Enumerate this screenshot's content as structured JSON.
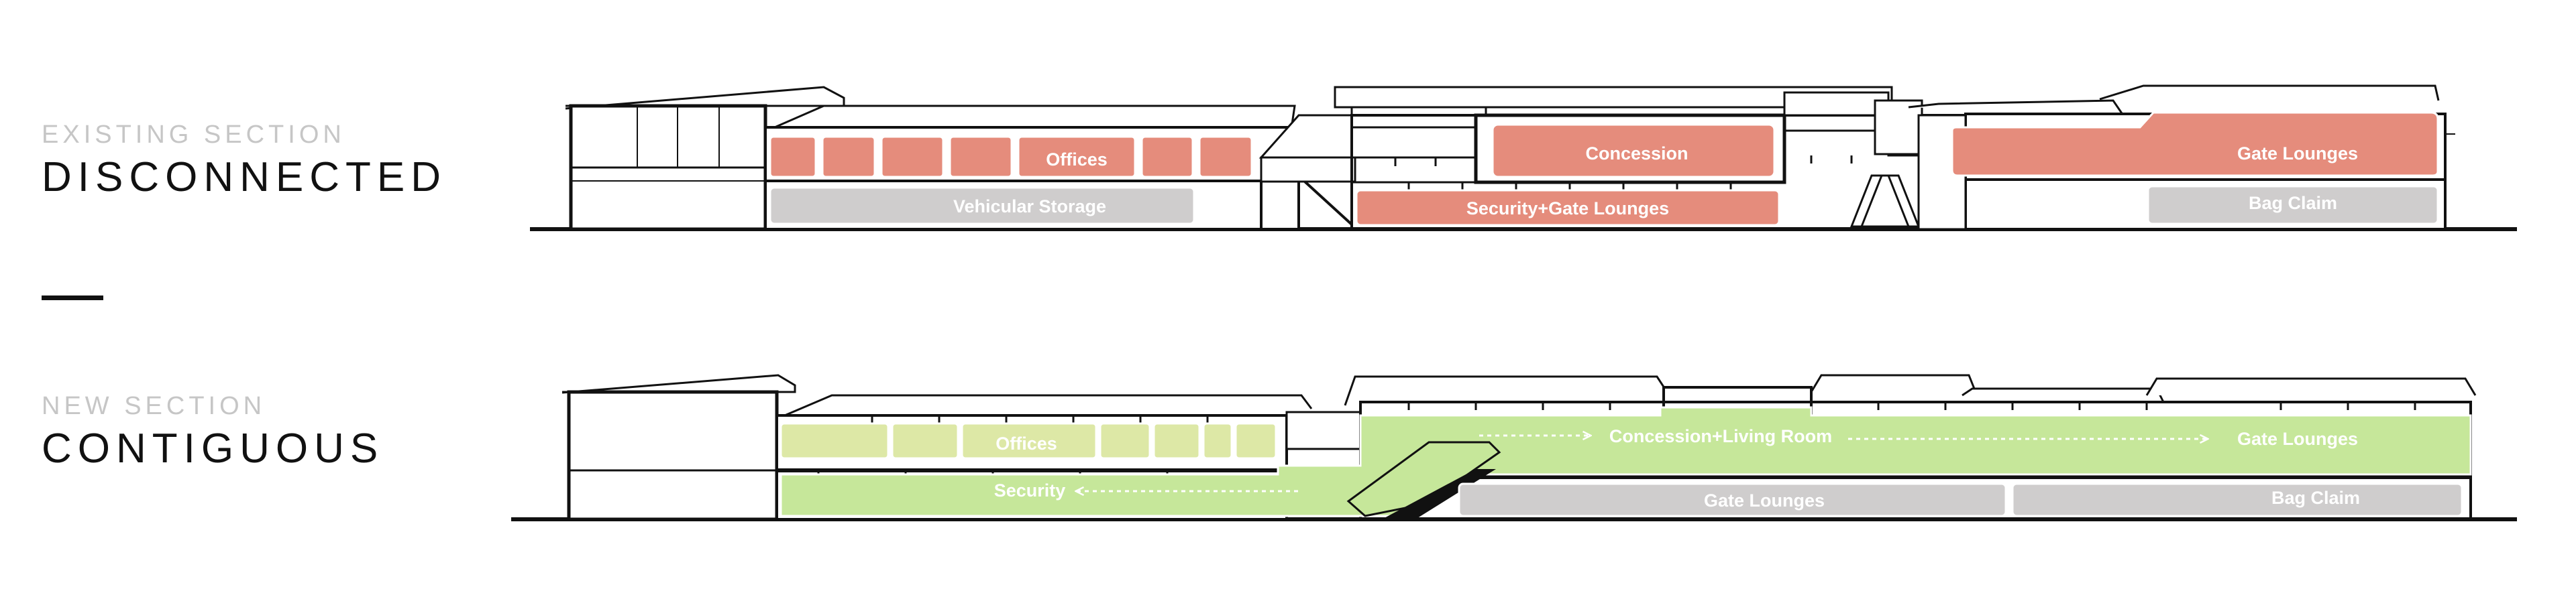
{
  "existing": {
    "kicker": "EXISTING SECTION",
    "headline": "DISCONNECTED",
    "rooms": {
      "offices": "Offices",
      "vehicular_storage": "Vehicular Storage",
      "concession": "Concession",
      "security_gate_lounges": "Security+Gate Lounges",
      "gate_lounges": "Gate Lounges",
      "bag_claim": "Bag Claim"
    }
  },
  "new": {
    "kicker": "NEW SECTION",
    "headline": "CONTIGUOUS",
    "rooms": {
      "offices": "Offices",
      "security": "Security",
      "concession_living_room": "Concession+Living Room",
      "gate_lounges_upper": "Gate Lounges",
      "gate_lounges_lower": "Gate Lounges",
      "bag_claim": "Bag Claim"
    }
  },
  "colors": {
    "disconnected_program": "#e58c7c",
    "contiguous_program": "#c6e79a",
    "service_program": "#cfcdcd",
    "line": "#111111"
  }
}
